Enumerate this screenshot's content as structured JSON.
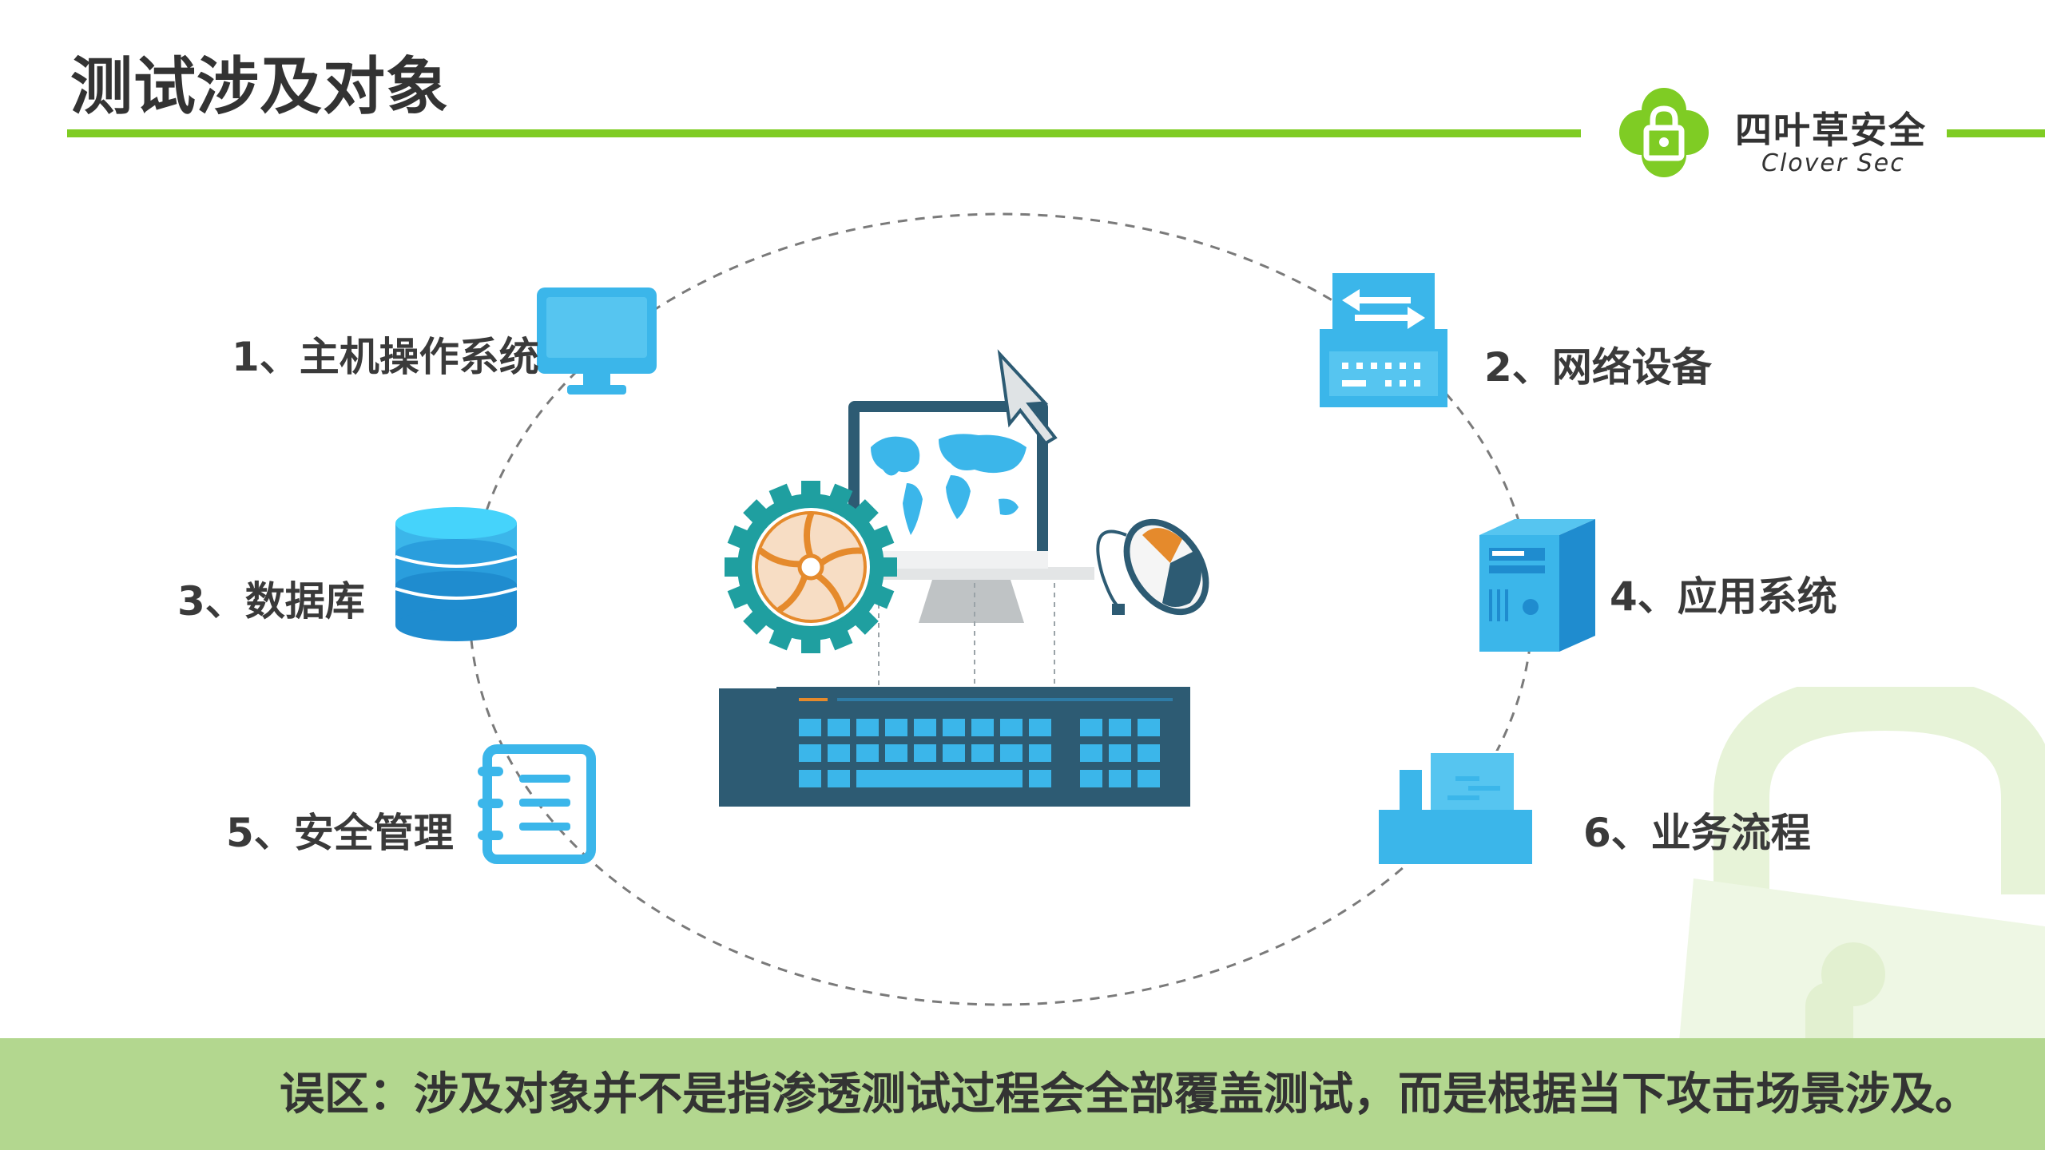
{
  "slide": {
    "title": "测试涉及对象",
    "footer_note": "误区：涉及对象并不是指渗透测试过程会全部覆盖测试，而是根据当下攻击场景涉及。"
  },
  "logo": {
    "name_cn": "四叶草安全",
    "name_en": "Clover Sec"
  },
  "items": [
    {
      "label": "1、主机操作系统",
      "icon": "monitor-icon"
    },
    {
      "label": "2、网络设备",
      "icon": "network-switch-icon"
    },
    {
      "label": "3、数据库",
      "icon": "database-icon"
    },
    {
      "label": "4、应用系统",
      "icon": "server-tower-icon"
    },
    {
      "label": "5、安全管理",
      "icon": "notebook-icon"
    },
    {
      "label": "6、业务流程",
      "icon": "fax-printer-icon"
    }
  ],
  "colors": {
    "accent_green": "#7fcc24",
    "footer_green": "#b3d78f",
    "icon_blue": "#3bb6ea",
    "dark_slate": "#2d5b73",
    "gear_teal": "#1f9fa0",
    "orange": "#e58a2c"
  }
}
